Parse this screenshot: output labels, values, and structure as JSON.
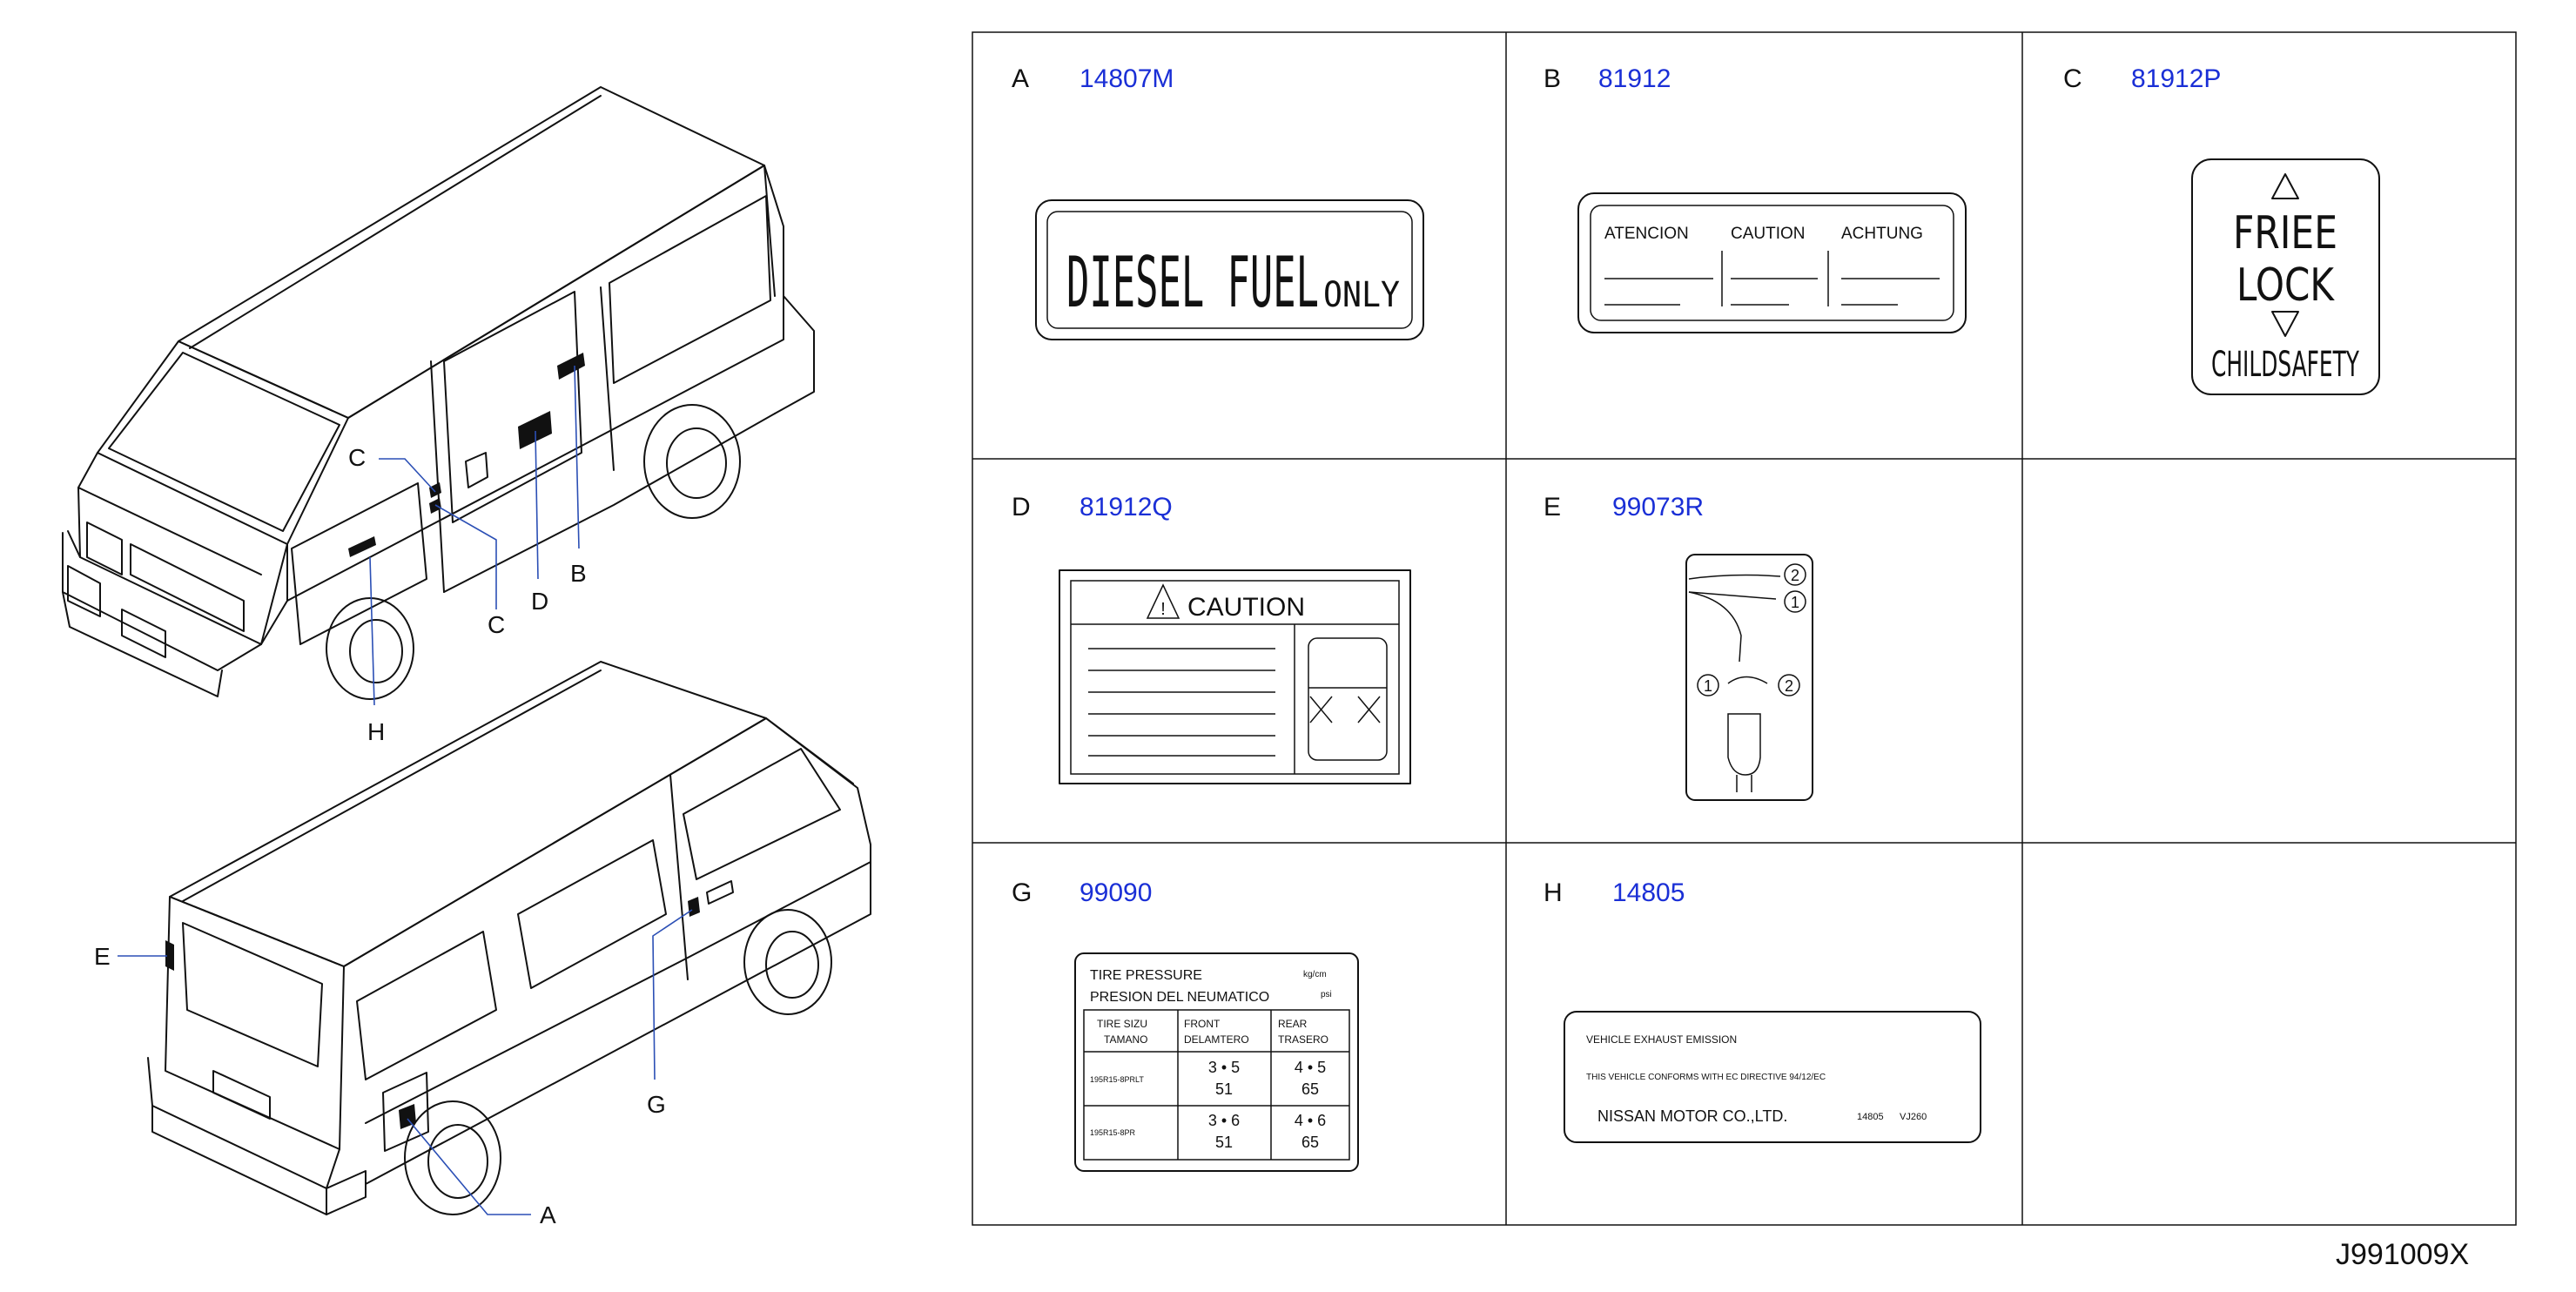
{
  "figure_id": "J991009X",
  "callouts": {
    "a": "A",
    "b": "B",
    "c_front": "C",
    "c_side": "C",
    "d": "D",
    "e": "E",
    "g": "G",
    "h": "H"
  },
  "cells": {
    "a": {
      "letter": "A",
      "part_no": "14807M",
      "label_text": "DIESEL FUEL",
      "label_suffix": "ONLY"
    },
    "b": {
      "letter": "B",
      "part_no": "81912",
      "col1": "ATENCION",
      "col2": "CAUTION",
      "col3": "ACHTUNG"
    },
    "c": {
      "letter": "C",
      "part_no": "81912P",
      "line1": "FRIEE",
      "line2": "LOCK",
      "line3": "CHILDSAFETY"
    },
    "d": {
      "letter": "D",
      "part_no": "81912Q",
      "header": "CAUTION"
    },
    "e": {
      "letter": "E",
      "part_no": "99073R",
      "n1": "2",
      "n2": "1",
      "n3": "1",
      "n4": "2"
    },
    "g": {
      "letter": "G",
      "part_no": "99090",
      "title1": "TIRE   PRESSURE",
      "unit1": "kg/cm",
      "title2": "PRESION   DEL   NEUMATICO",
      "unit2": "psi",
      "h1a": "TIRE   SIZU",
      "h1b": "TAMANO",
      "h2a": "FRONT",
      "h2b": "DELAMTERO",
      "h3a": "REAR",
      "h3b": "TRASERO",
      "rows": [
        {
          "size": "195R15-8PRLT",
          "front_kg": "3 • 5",
          "front_psi": "51",
          "rear_kg": "4 • 5",
          "rear_psi": "65"
        },
        {
          "size": "195R15-8PR",
          "front_kg": "3 • 6",
          "front_psi": "51",
          "rear_kg": "4 • 6",
          "rear_psi": "65"
        }
      ]
    },
    "h": {
      "letter": "H",
      "part_no": "14805",
      "line1": "VEHICLE   EXHAUST   EMISSION",
      "line2": "THIS   VEHICLE   CONFORMS   WITH   EC   DIRECTIVE   94/12/EC",
      "line3": "NISSAN   MOTOR   CO.,LTD.",
      "code1": "14805",
      "code2": "VJ260"
    }
  }
}
